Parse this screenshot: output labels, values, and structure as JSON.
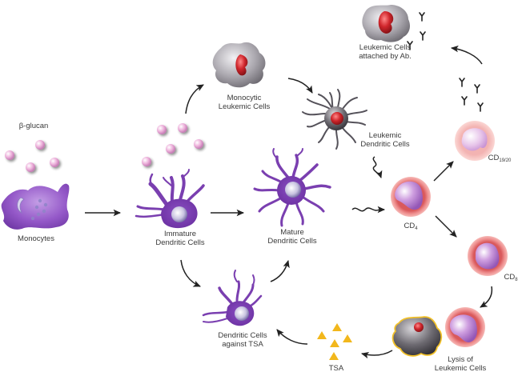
{
  "diagram": {
    "title": "Beta-glucan dendritic cell immunotherapy pathway against leukemic cells",
    "nodes": {
      "beta_glucan": "β-glucan",
      "monocytes": "Monocytes",
      "immature_dc_line1": "Immature",
      "immature_dc_line2": "Dendritic Cells",
      "monocytic_leukemic_line1": "Monocytic",
      "monocytic_leukemic_line2": "Leukemic Cells",
      "leukemic_dc_line1": "Leukemic",
      "leukemic_dc_line2": "Dendritic Cells",
      "mature_dc_line1": "Mature",
      "mature_dc_line2": "Dendritic Cells",
      "attached_line1": "Leukemic Cells",
      "attached_line2": "attached by Ab.",
      "cd1920_base": "CD",
      "cd1920_sub": "19/20",
      "cd4_base": "CD",
      "cd4_sub": "4",
      "cd8_base": "CD",
      "cd8_sub": "8",
      "lysis_line1": "Lysis of",
      "lysis_line2": "Leukemic Cells",
      "tsa": "TSA",
      "dc_tsa_line1": "Dendritic Cells",
      "dc_tsa_line2": "against TSA"
    },
    "colors": {
      "purple": "#7a3fb0",
      "purple_light": "#c9a6e6",
      "pink_bead": "#e9a8d6",
      "grey_cell": "#8e8b92",
      "red_nucleus": "#c0262c",
      "t_cell_ring": "#ef8a8a",
      "t_cell_inner": "#b679cf",
      "tsa_yellow": "#f2b71c",
      "arrow": "#222222",
      "text": "#3a3a3a"
    },
    "edges": [
      "Monocytes → Immature Dendritic Cells",
      "Immature Dendritic Cells → Mature Dendritic Cells",
      "Immature Dendritic Cells → Monocytic Leukemic Cells",
      "Monocytic Leukemic Cells → Leukemic Dendritic Cells",
      "Leukemic Dendritic Cells ⇝ CD4",
      "Mature Dendritic Cells ⇝ CD4",
      "CD4 → CD19/20",
      "CD19/20 → Leukemic Cells attached by Ab.",
      "CD4 → CD8",
      "CD8 → Lysis of Leukemic Cells",
      "Lysis of Leukemic Cells → TSA",
      "TSA → Dendritic Cells against TSA",
      "Immature Dendritic Cells → Dendritic Cells against TSA",
      "Dendritic Cells against TSA → Mature Dendritic Cells"
    ]
  }
}
